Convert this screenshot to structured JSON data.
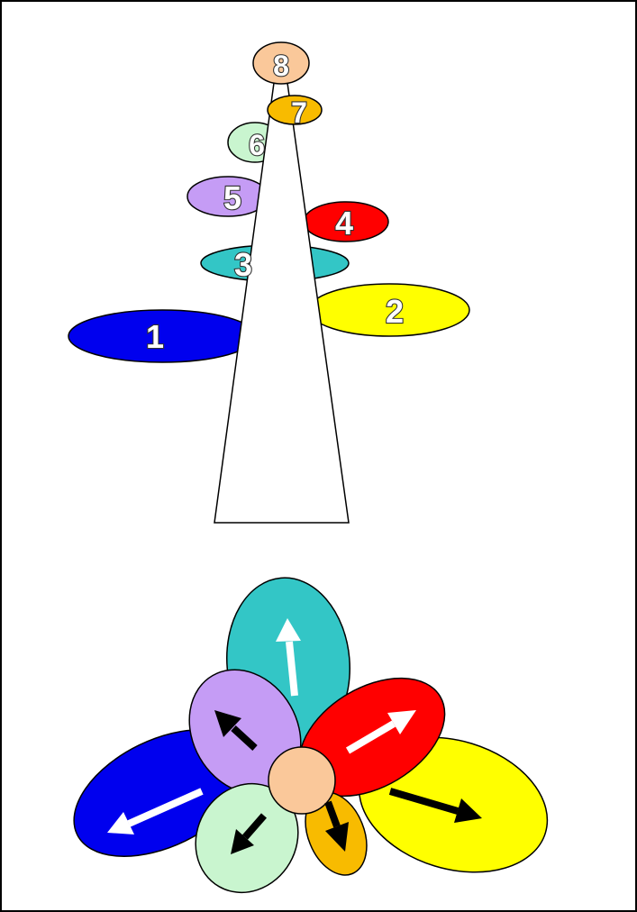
{
  "diagram": {
    "top": {
      "leaves": [
        {
          "id": "leaf-1",
          "label": "1",
          "color": "#0000ee"
        },
        {
          "id": "leaf-2",
          "label": "2",
          "color": "#ffff00"
        },
        {
          "id": "leaf-3",
          "label": "3",
          "color": "#33c6c6"
        },
        {
          "id": "leaf-4",
          "label": "4",
          "color": "#ff0000"
        },
        {
          "id": "leaf-5",
          "label": "5",
          "color": "#c59cf5"
        },
        {
          "id": "leaf-6",
          "label": "6",
          "color": "#c9f5cf"
        },
        {
          "id": "leaf-7",
          "label": "7",
          "color": "#f8bb00"
        },
        {
          "id": "leaf-8",
          "label": "8",
          "color": "#fac89a"
        }
      ],
      "stem_color": "#ffffff"
    },
    "bottom": {
      "petals": [
        {
          "id": "petal-blue",
          "color": "#0000ee",
          "arrow": "white",
          "direction": "down-left"
        },
        {
          "id": "petal-yellow",
          "color": "#ffff00",
          "arrow": "black",
          "direction": "down-right"
        },
        {
          "id": "petal-teal",
          "color": "#33c6c6",
          "arrow": "white",
          "direction": "up"
        },
        {
          "id": "petal-red",
          "color": "#ff0000",
          "arrow": "white",
          "direction": "up-right"
        },
        {
          "id": "petal-purple",
          "color": "#c59cf5",
          "arrow": "black",
          "direction": "up-left"
        },
        {
          "id": "petal-green",
          "color": "#c9f5cf",
          "arrow": "black",
          "direction": "down-left"
        },
        {
          "id": "petal-orange",
          "color": "#f8bb00",
          "arrow": "black",
          "direction": "down"
        }
      ],
      "center_color": "#fac89a"
    }
  }
}
